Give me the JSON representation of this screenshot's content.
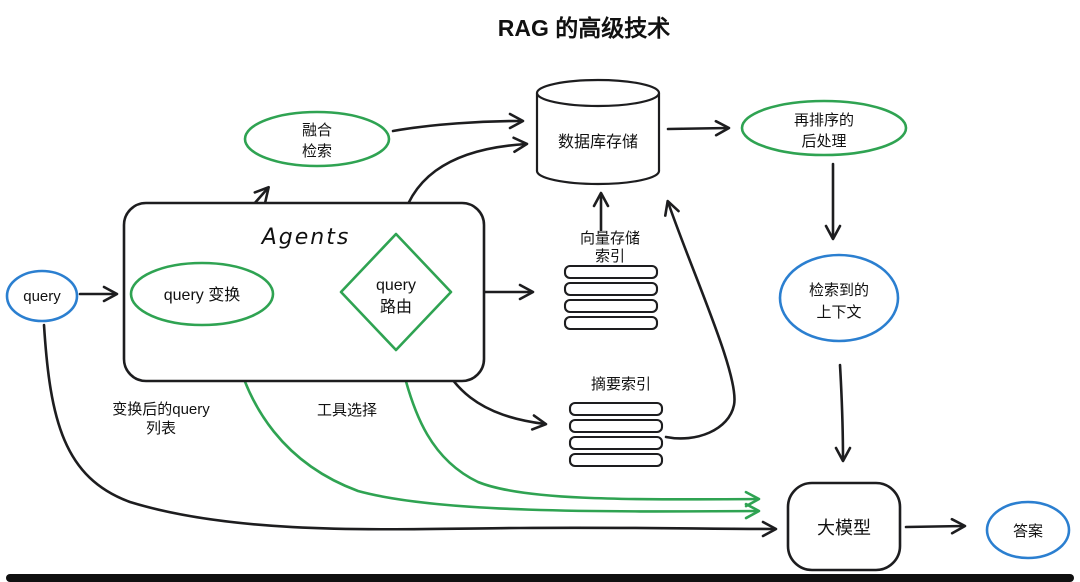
{
  "title": "RAG 的高级技术",
  "colors": {
    "ink": "#1d1d1f",
    "green": "#2fa352",
    "blue": "#2b7fd0"
  },
  "nodes": {
    "query": {
      "label": "query"
    },
    "agents": {
      "label": "Agents"
    },
    "query_transform": {
      "label": "query 变换"
    },
    "query_router": {
      "line1": "query",
      "line2": "路由"
    },
    "fusion_retrieval": {
      "line1": "融合",
      "line2": "检索"
    },
    "database": {
      "label": "数据库存储"
    },
    "vector_index": {
      "line1": "向量存储",
      "line2": "索引"
    },
    "summary_index": {
      "label": "摘要索引"
    },
    "rerank": {
      "line1": "再排序的",
      "line2": "后处理"
    },
    "context": {
      "line1": "检索到的",
      "line2": "上下文"
    },
    "llm": {
      "label": "大模型"
    },
    "answer": {
      "label": "答案"
    }
  },
  "annotations": {
    "transformed_query_list": {
      "line1": "变换后的query",
      "line2": "列表"
    },
    "tool_selection": {
      "label": "工具选择"
    }
  }
}
